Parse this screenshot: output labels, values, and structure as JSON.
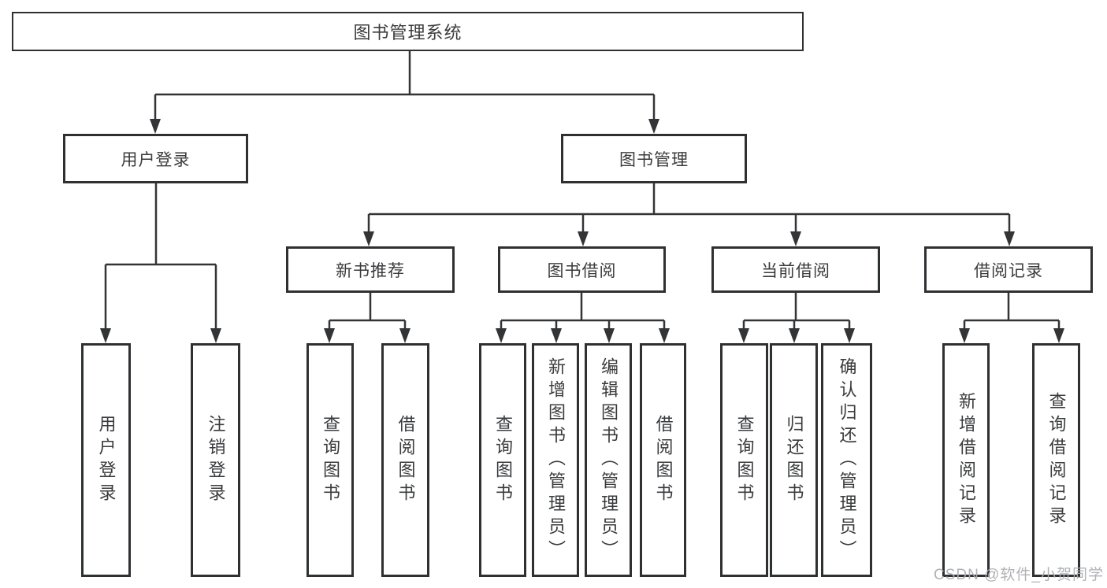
{
  "diagram": {
    "title": "图书管理系统",
    "branches": [
      {
        "label": "用户登录",
        "children": [
          {
            "label": "用户登录"
          },
          {
            "label": "注销登录"
          }
        ]
      },
      {
        "label": "图书管理",
        "children": [
          {
            "label": "新书推荐",
            "children": [
              {
                "label": "查询图书"
              },
              {
                "label": "借阅图书"
              }
            ]
          },
          {
            "label": "图书借阅",
            "children": [
              {
                "label": "查询图书"
              },
              {
                "label": "新增图书（管理员）"
              },
              {
                "label": "编辑图书（管理员）"
              },
              {
                "label": "借阅图书"
              }
            ]
          },
          {
            "label": "当前借阅",
            "children": [
              {
                "label": "查询图书"
              },
              {
                "label": "归还图书"
              },
              {
                "label": "确认归还（管理员）"
              }
            ]
          },
          {
            "label": "借阅记录",
            "children": [
              {
                "label": "新增借阅记录"
              },
              {
                "label": "查询借阅记录"
              }
            ]
          }
        ]
      }
    ]
  },
  "watermark": {
    "text": "CSDN @软件_小贺同学"
  },
  "colors": {
    "line": "#333436",
    "text": "#3a3b3d",
    "watermark": "#acaeb2",
    "background": "#ffffff"
  }
}
